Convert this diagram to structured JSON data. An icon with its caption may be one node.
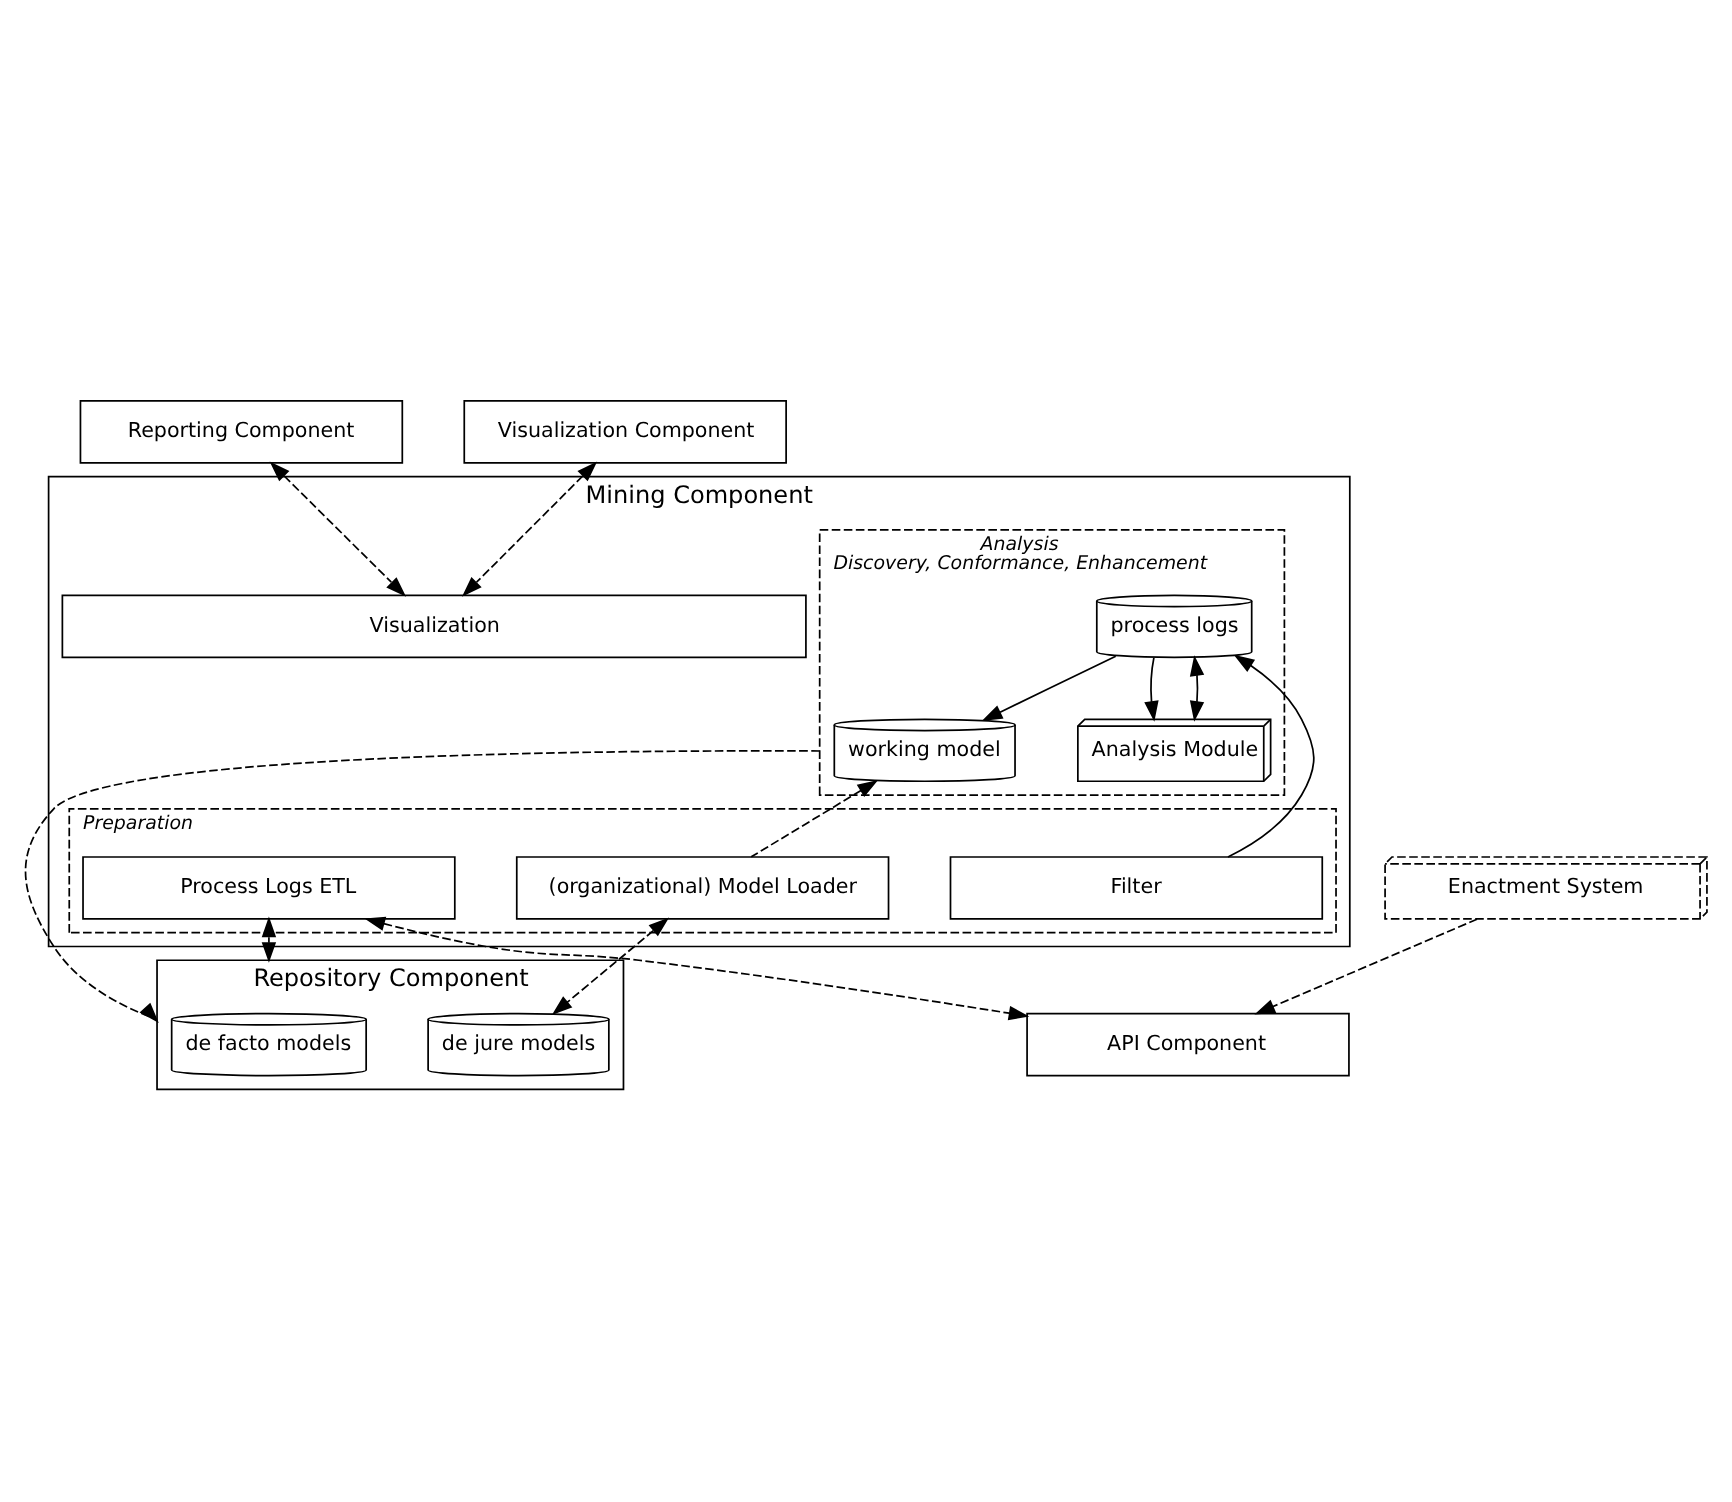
{
  "diagram": {
    "nodes": [
      {
        "text": [
          "Reporting Component"
        ]
      },
      {
        "text": [
          "Visualization Component"
        ]
      },
      {
        "text": [
          "Mining Component"
        ]
      },
      {
        "text": [
          "Visualization"
        ],
        "in": 2
      },
      {
        "text": [
          "Analysis",
          "Discovery, Conformance, Enhancement"
        ],
        "in": 2
      },
      {
        "text": [
          "working model"
        ],
        "in": 4
      },
      {
        "text": [
          "process logs"
        ],
        "in": 4
      },
      {
        "text": [
          "Analysis Module"
        ],
        "in": 4
      },
      {
        "text": [
          "Preparation"
        ],
        "in": 2
      },
      {
        "text": [
          "(organizational) Model Loader"
        ],
        "in": 8
      },
      {
        "text": [
          "Filter"
        ],
        "in": 8
      },
      {
        "text": [
          "Process Logs ETL"
        ],
        "in": 8
      },
      {
        "text": [
          "Repository Component"
        ]
      },
      {
        "text": [
          "de facto models"
        ],
        "in": 12
      },
      {
        "text": [
          "de jure models"
        ],
        "in": 12
      },
      {
        "text": [
          "API Component"
        ]
      },
      {
        "text": [
          "Enactment System"
        ]
      }
    ],
    "edges": [
      {
        "from": 0,
        "to": 3,
        "arrow": "both",
        "style": "dashed"
      },
      {
        "from": 1,
        "to": 3,
        "arrow": "both",
        "style": "dashed"
      },
      {
        "from": 6,
        "to": 5,
        "arrow": "to"
      },
      {
        "from": 6,
        "to": 7,
        "arrow": "to"
      },
      {
        "from": 6,
        "to": 7,
        "arrow": "both"
      },
      {
        "from": 9,
        "to": 5,
        "arrow": "to",
        "style": "dashed"
      },
      {
        "from": 10,
        "to": 6,
        "arrow": "to"
      },
      {
        "from": 9,
        "to": 14,
        "arrow": "both",
        "style": "dashed"
      },
      {
        "from": 11,
        "to": 12,
        "arrow": "both",
        "style": "dashed"
      },
      {
        "from": 4,
        "to": 12,
        "arrow": "to",
        "style": "dashed"
      },
      {
        "from": 11,
        "to": 15,
        "arrow": "both",
        "style": "dashed"
      },
      {
        "from": 16,
        "to": 15,
        "arrow": "to",
        "style": "dashed"
      }
    ]
  }
}
